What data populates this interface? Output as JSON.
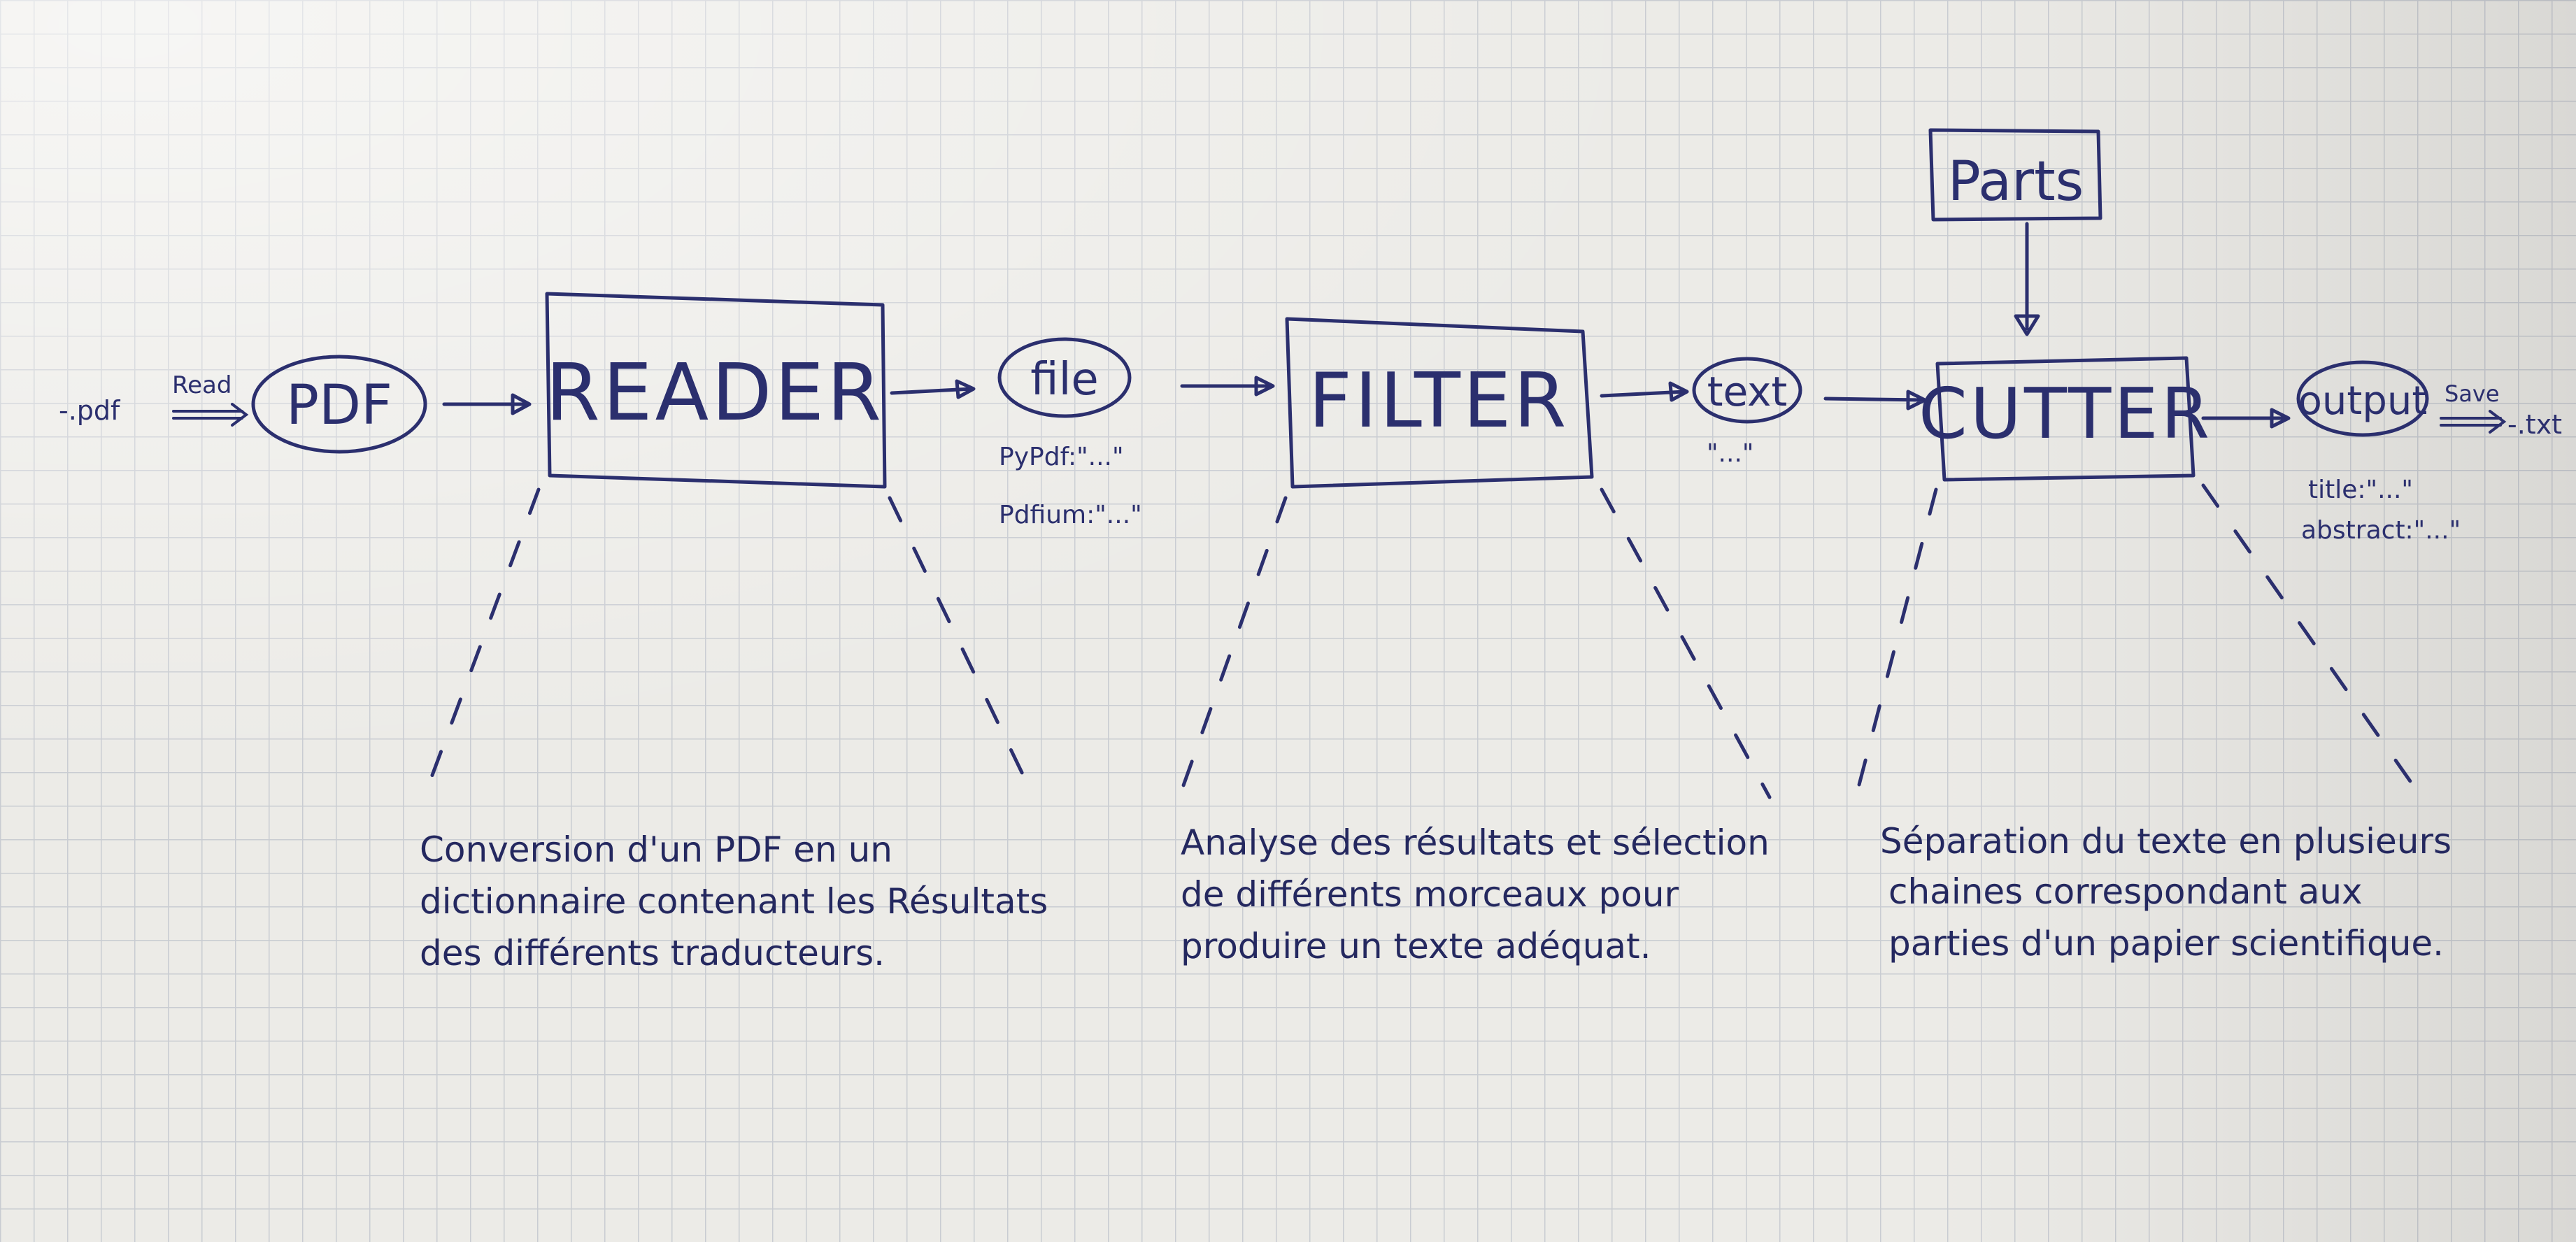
{
  "diagram": {
    "input": {
      "extension": "-.pdf",
      "action": "Read",
      "node": "PDF"
    },
    "reader": {
      "label": "READER",
      "output_node": "file",
      "output_values": [
        "PyPdf:\"...\"",
        "Pdfium:\"...\""
      ],
      "description": [
        "Conversion d'un PDF en un",
        "dictionnaire contenant les Résultats",
        "des différents traducteurs."
      ]
    },
    "filter": {
      "label": "FILTER",
      "output_node": "text",
      "output_values": [
        "\"...\""
      ],
      "description": [
        "Analyse des résultats et sélection",
        "de différents morceaux pour",
        "produire un texte adéquat."
      ]
    },
    "parts": {
      "label": "Parts"
    },
    "cutter": {
      "label": "CUTTER",
      "output_node": "output",
      "output_values": [
        "title:\"...\"",
        "abstract:\"...\""
      ],
      "description": [
        "Séparation du texte en plusieurs",
        "chaines correspondant aux",
        "parties d'un papier scientifique."
      ]
    },
    "save": {
      "action": "Save",
      "extension": "-.txt"
    },
    "colors": {
      "ink": "#2b2f6e",
      "paper": "#ecebe7",
      "grid": "#c9ccd2"
    }
  }
}
